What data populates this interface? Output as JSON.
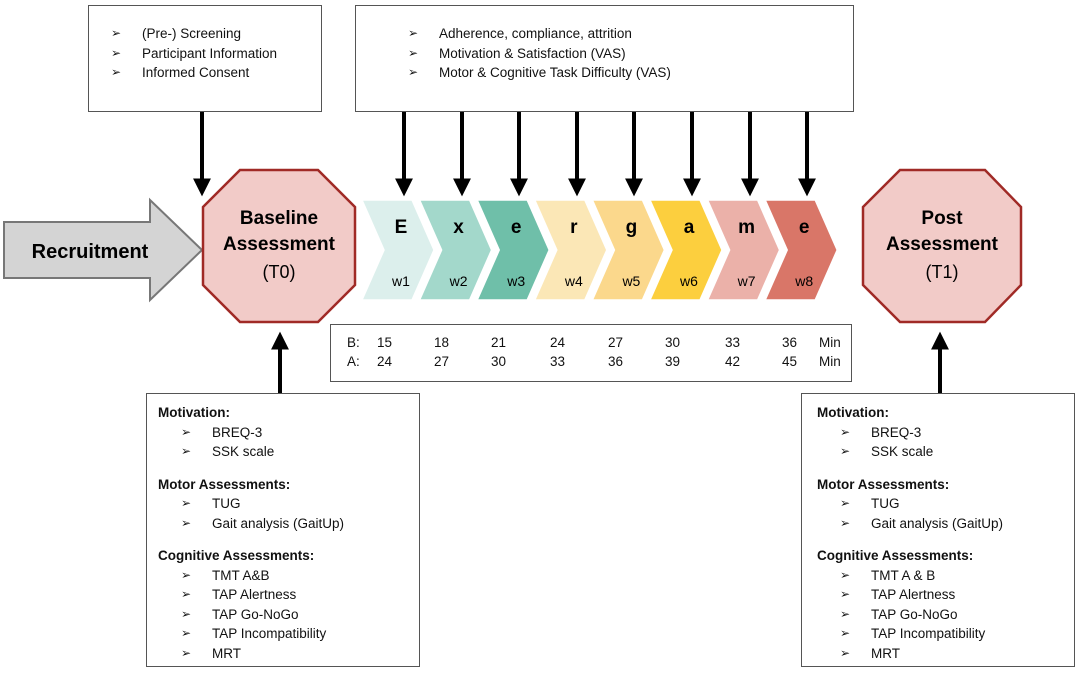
{
  "recruitment": {
    "label": "Recruitment"
  },
  "baseline": {
    "line1": "Baseline",
    "line2": "Assessment",
    "line3": "(T0)"
  },
  "post": {
    "line1": "Post",
    "line2": "Assessment",
    "line3": "(T1)"
  },
  "top_left": {
    "items": [
      "(Pre-) Screening",
      "Participant Information",
      "Informed Consent"
    ]
  },
  "top_right": {
    "items": [
      "Adherence, compliance, attrition",
      "Motivation & Satisfaction (VAS)",
      "Motor & Cognitive Task Difficulty (VAS)"
    ]
  },
  "weeks": [
    {
      "letter": "E",
      "week": "w1",
      "color": "#dcefec"
    },
    {
      "letter": "x",
      "week": "w2",
      "color": "#a3d8cb"
    },
    {
      "letter": "e",
      "week": "w3",
      "color": "#6fbfa9"
    },
    {
      "letter": "r",
      "week": "w4",
      "color": "#fbe7b6"
    },
    {
      "letter": "g",
      "week": "w5",
      "color": "#fbd88c"
    },
    {
      "letter": "a",
      "week": "w6",
      "color": "#fccf3e"
    },
    {
      "letter": "m",
      "week": "w7",
      "color": "#ebb1a9"
    },
    {
      "letter": "e",
      "week": "w8",
      "color": "#d97668"
    }
  ],
  "minutes": {
    "row_b": {
      "label": "B:",
      "values": [
        "15",
        "18",
        "21",
        "24",
        "27",
        "30",
        "33",
        "36"
      ],
      "unit": "Min"
    },
    "row_a": {
      "label": "A:",
      "values": [
        "24",
        "27",
        "30",
        "33",
        "36",
        "39",
        "42",
        "45"
      ],
      "unit": "Min"
    }
  },
  "baseline_box": {
    "motivation_title": "Motivation:",
    "motivation": [
      "BREQ-3",
      "SSK scale"
    ],
    "motor_title": "Motor Assessments:",
    "motor": [
      "TUG",
      "Gait analysis (GaitUp)"
    ],
    "cognitive_title": "Cognitive Assessments:",
    "cognitive": [
      "TMT A&B",
      "TAP Alertness",
      "TAP Go-NoGo",
      "TAP Incompatibility",
      "MRT"
    ]
  },
  "post_box": {
    "motivation_title": "Motivation:",
    "motivation": [
      "BREQ-3",
      "SSK scale"
    ],
    "motor_title": "Motor Assessments:",
    "motor": [
      "TUG",
      "Gait analysis (GaitUp)"
    ],
    "cognitive_title": "Cognitive Assessments:",
    "cognitive": [
      "TMT A & B",
      "TAP Alertness",
      "TAP Go-NoGo",
      "TAP Incompatibility",
      "MRT"
    ]
  },
  "colors": {
    "octagon_fill": "#f2cbc8",
    "octagon_stroke": "#a02a26",
    "recruit_fill": "#d4d4d4",
    "recruit_stroke": "#777777"
  }
}
